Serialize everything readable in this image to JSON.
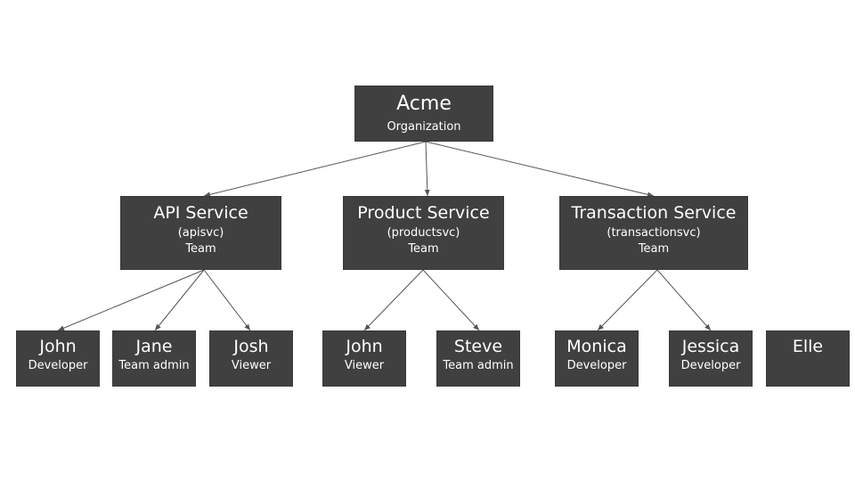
{
  "root": {
    "name": "Acme",
    "type": "Organization"
  },
  "teams": [
    {
      "name": "API Service",
      "slug": "(apisvc)",
      "type": "Team",
      "members": [
        {
          "name": "John",
          "role": "Developer"
        },
        {
          "name": "Jane",
          "role": "Team admin"
        },
        {
          "name": "Josh",
          "role": "Viewer"
        }
      ]
    },
    {
      "name": "Product Service",
      "slug": "(productsvc)",
      "type": "Team",
      "members": [
        {
          "name": "John",
          "role": "Viewer"
        },
        {
          "name": "Steve",
          "role": "Team admin"
        }
      ]
    },
    {
      "name": "Transaction Service",
      "slug": "(transactionsvc)",
      "type": "Team",
      "members": [
        {
          "name": "Monica",
          "role": "Developer"
        },
        {
          "name": "Jessica",
          "role": "Developer"
        }
      ]
    }
  ],
  "unassigned": [
    {
      "name": "Elle"
    }
  ],
  "colors": {
    "node_fill": "#404040",
    "node_text": "#ffffff",
    "edge": "#555555",
    "background": "#ffffff"
  }
}
